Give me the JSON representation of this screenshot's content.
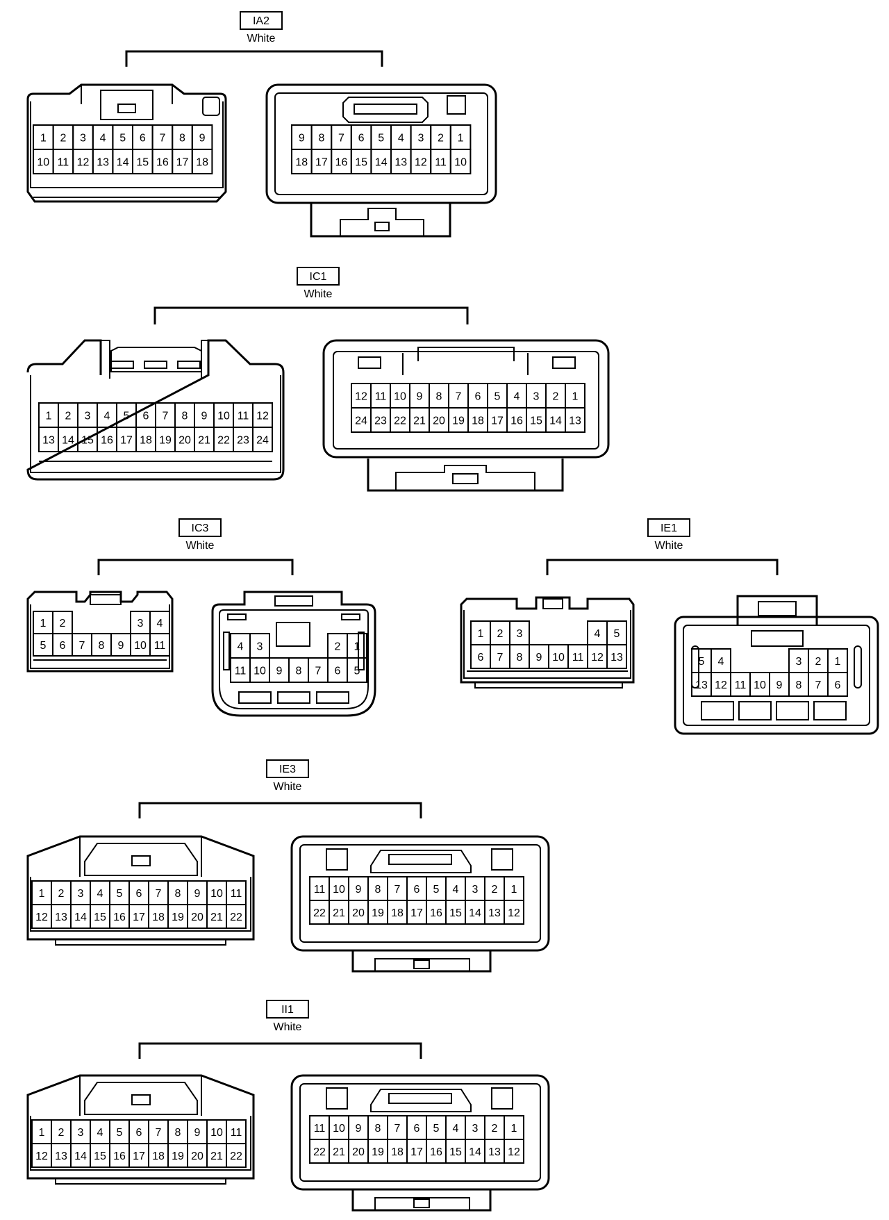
{
  "colors": {
    "line": "#000000",
    "background": "#ffffff"
  },
  "connectors": [
    {
      "id": "IA2",
      "color": "White",
      "female": {
        "rows": [
          [
            "1",
            "2",
            "3",
            "4",
            "5",
            "6",
            "7",
            "8",
            "9"
          ],
          [
            "10",
            "11",
            "12",
            "13",
            "14",
            "15",
            "16",
            "17",
            "18"
          ]
        ]
      },
      "male": {
        "rows": [
          [
            "9",
            "8",
            "7",
            "6",
            "5",
            "4",
            "3",
            "2",
            "1"
          ],
          [
            "18",
            "17",
            "16",
            "15",
            "14",
            "13",
            "12",
            "11",
            "10"
          ]
        ]
      }
    },
    {
      "id": "IC1",
      "color": "White",
      "female": {
        "rows": [
          [
            "1",
            "2",
            "3",
            "4",
            "5",
            "6",
            "7",
            "8",
            "9",
            "10",
            "11",
            "12"
          ],
          [
            "13",
            "14",
            "15",
            "16",
            "17",
            "18",
            "19",
            "20",
            "21",
            "22",
            "23",
            "24"
          ]
        ]
      },
      "male": {
        "rows": [
          [
            "12",
            "11",
            "10",
            "9",
            "8",
            "7",
            "6",
            "5",
            "4",
            "3",
            "2",
            "1"
          ],
          [
            "24",
            "23",
            "22",
            "21",
            "20",
            "19",
            "18",
            "17",
            "16",
            "15",
            "14",
            "13"
          ]
        ]
      }
    },
    {
      "id": "IC3",
      "color": "White",
      "female": {
        "rows": [
          [
            "1",
            "2",
            "",
            "",
            "",
            "3",
            "4"
          ],
          [
            "5",
            "6",
            "7",
            "8",
            "9",
            "10",
            "11"
          ]
        ]
      },
      "male": {
        "rows": [
          [
            "4",
            "3",
            "",
            "",
            "",
            "2",
            "1"
          ],
          [
            "11",
            "10",
            "9",
            "8",
            "7",
            "6",
            "5"
          ]
        ]
      }
    },
    {
      "id": "IE1",
      "color": "White",
      "female": {
        "rows": [
          [
            "1",
            "2",
            "3",
            "",
            "",
            "",
            "4",
            "5"
          ],
          [
            "6",
            "7",
            "8",
            "9",
            "10",
            "11",
            "12",
            "13"
          ]
        ]
      },
      "male": {
        "rows": [
          [
            "5",
            "4",
            "",
            "",
            "",
            "3",
            "2",
            "1"
          ],
          [
            "13",
            "12",
            "11",
            "10",
            "9",
            "8",
            "7",
            "6"
          ]
        ]
      }
    },
    {
      "id": "IE3",
      "color": "White",
      "female": {
        "rows": [
          [
            "1",
            "2",
            "3",
            "4",
            "5",
            "6",
            "7",
            "8",
            "9",
            "10",
            "11"
          ],
          [
            "12",
            "13",
            "14",
            "15",
            "16",
            "17",
            "18",
            "19",
            "20",
            "21",
            "22"
          ]
        ]
      },
      "male": {
        "rows": [
          [
            "11",
            "10",
            "9",
            "8",
            "7",
            "6",
            "5",
            "4",
            "3",
            "2",
            "1"
          ],
          [
            "22",
            "21",
            "20",
            "19",
            "18",
            "17",
            "16",
            "15",
            "14",
            "13",
            "12"
          ]
        ]
      }
    },
    {
      "id": "II1",
      "color": "White",
      "female": {
        "rows": [
          [
            "1",
            "2",
            "3",
            "4",
            "5",
            "6",
            "7",
            "8",
            "9",
            "10",
            "11"
          ],
          [
            "12",
            "13",
            "14",
            "15",
            "16",
            "17",
            "18",
            "19",
            "20",
            "21",
            "22"
          ]
        ]
      },
      "male": {
        "rows": [
          [
            "11",
            "10",
            "9",
            "8",
            "7",
            "6",
            "5",
            "4",
            "3",
            "2",
            "1"
          ],
          [
            "22",
            "21",
            "20",
            "19",
            "18",
            "17",
            "16",
            "15",
            "14",
            "13",
            "12"
          ]
        ]
      }
    }
  ]
}
